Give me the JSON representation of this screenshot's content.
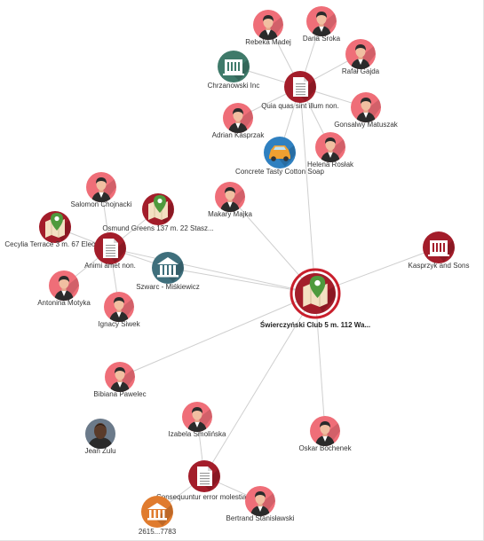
{
  "colors": {
    "person": "#ef6e78",
    "document": "#a31d2a",
    "location": "#a31d2a",
    "organization": "#a31d2a",
    "institution": "#3f6f7c",
    "company": "#3f7a6a",
    "vehicle": "#2f80c0",
    "bank": "#e07b2e",
    "edge": "#cfcfcf",
    "selected_ring": "#c91f2c"
  },
  "graph": {
    "nodes": [
      {
        "id": "n_rebeka",
        "label": "Rebeka Madej",
        "icon": "person-icon",
        "kind": "person"
      },
      {
        "id": "n_daria",
        "label": "Daria Sroka",
        "icon": "person-icon",
        "kind": "person"
      },
      {
        "id": "n_rafal",
        "label": "Rafał Gajda",
        "icon": "person-icon",
        "kind": "person"
      },
      {
        "id": "n_chrzan",
        "label": "Chrzanowski Inc",
        "icon": "organization-icon",
        "kind": "company"
      },
      {
        "id": "n_quia",
        "label": "Quia quas sint illum non.",
        "icon": "document-icon",
        "kind": "document"
      },
      {
        "id": "n_gonsalwy",
        "label": "Gonsalwy Matuszak",
        "icon": "person-icon",
        "kind": "person"
      },
      {
        "id": "n_adrian",
        "label": "Adrian Kasprzak",
        "icon": "person-icon",
        "kind": "person"
      },
      {
        "id": "n_helena",
        "label": "Helena Rosłak",
        "icon": "person-icon",
        "kind": "person"
      },
      {
        "id": "n_concrete",
        "label": "Concrete Tasty Cotton Soap",
        "icon": "car-icon",
        "kind": "vehicle"
      },
      {
        "id": "n_salomon",
        "label": "Salomon Chojnacki",
        "icon": "person-icon",
        "kind": "person"
      },
      {
        "id": "n_osmund",
        "label": "Osmund Greens 137 m. 22  Stasz...",
        "icon": "map-pin-icon",
        "kind": "location"
      },
      {
        "id": "n_makary",
        "label": "Makary Majka",
        "icon": "person-icon",
        "kind": "person"
      },
      {
        "id": "n_cecylia",
        "label": "Cecylia Terrace 3 m. 67  Eleon...",
        "icon": "map-pin-icon",
        "kind": "location"
      },
      {
        "id": "n_animi",
        "label": "Animi amet non.",
        "icon": "document-icon",
        "kind": "document"
      },
      {
        "id": "n_szwarc",
        "label": "Szwarc - Miśkiewicz",
        "icon": "institution-icon",
        "kind": "institution"
      },
      {
        "id": "n_kasprzyk",
        "label": "Kasprzyk and Sons",
        "icon": "organization-icon",
        "kind": "organization"
      },
      {
        "id": "n_antonina",
        "label": "Antonina Motyka",
        "icon": "person-icon",
        "kind": "person"
      },
      {
        "id": "n_swierczynski",
        "label": "Świerczyński Club 5 m. 112  Wa...",
        "icon": "map-pin-icon",
        "kind": "location",
        "selected": true
      },
      {
        "id": "n_ignacy",
        "label": "Ignacy Siwek",
        "icon": "person-icon",
        "kind": "person"
      },
      {
        "id": "n_bibiana",
        "label": "Bibiana Pawelec",
        "icon": "person-icon",
        "kind": "person"
      },
      {
        "id": "n_izabela",
        "label": "Izabela Smolińska",
        "icon": "person-icon",
        "kind": "person"
      },
      {
        "id": "n_jean",
        "label": "Jean Zulu",
        "icon": "photo-avatar-icon",
        "kind": "photo"
      },
      {
        "id": "n_oskar",
        "label": "Oskar Bochenek",
        "icon": "person-icon",
        "kind": "person"
      },
      {
        "id": "n_consequuntur",
        "label": "Consequuntur error molestiae.",
        "icon": "document-icon",
        "kind": "document"
      },
      {
        "id": "n_bertrand",
        "label": "Bertrand Stanisławski",
        "icon": "person-icon",
        "kind": "person"
      },
      {
        "id": "n_bank",
        "label": "2615...7783",
        "icon": "bank-icon",
        "kind": "bank"
      }
    ],
    "edges": [
      [
        "n_rebeka",
        "n_quia"
      ],
      [
        "n_daria",
        "n_quia"
      ],
      [
        "n_rafal",
        "n_quia"
      ],
      [
        "n_chrzan",
        "n_quia"
      ],
      [
        "n_gonsalwy",
        "n_quia"
      ],
      [
        "n_adrian",
        "n_quia"
      ],
      [
        "n_helena",
        "n_quia"
      ],
      [
        "n_concrete",
        "n_quia"
      ],
      [
        "n_quia",
        "n_swierczynski"
      ],
      [
        "n_makary",
        "n_swierczynski"
      ],
      [
        "n_kasprzyk",
        "n_swierczynski"
      ],
      [
        "n_salomon",
        "n_animi"
      ],
      [
        "n_osmund",
        "n_animi"
      ],
      [
        "n_cecylia",
        "n_animi"
      ],
      [
        "n_antonina",
        "n_animi"
      ],
      [
        "n_ignacy",
        "n_animi"
      ],
      [
        "n_szwarc",
        "n_animi"
      ],
      [
        "n_animi",
        "n_swierczynski"
      ],
      [
        "n_szwarc",
        "n_swierczynski"
      ],
      [
        "n_bibiana",
        "n_swierczynski"
      ],
      [
        "n_oskar",
        "n_swierczynski"
      ],
      [
        "n_consequuntur",
        "n_swierczynski"
      ],
      [
        "n_izabela",
        "n_consequuntur"
      ],
      [
        "n_bertrand",
        "n_consequuntur"
      ],
      [
        "n_bank",
        "n_consequuntur"
      ]
    ]
  }
}
